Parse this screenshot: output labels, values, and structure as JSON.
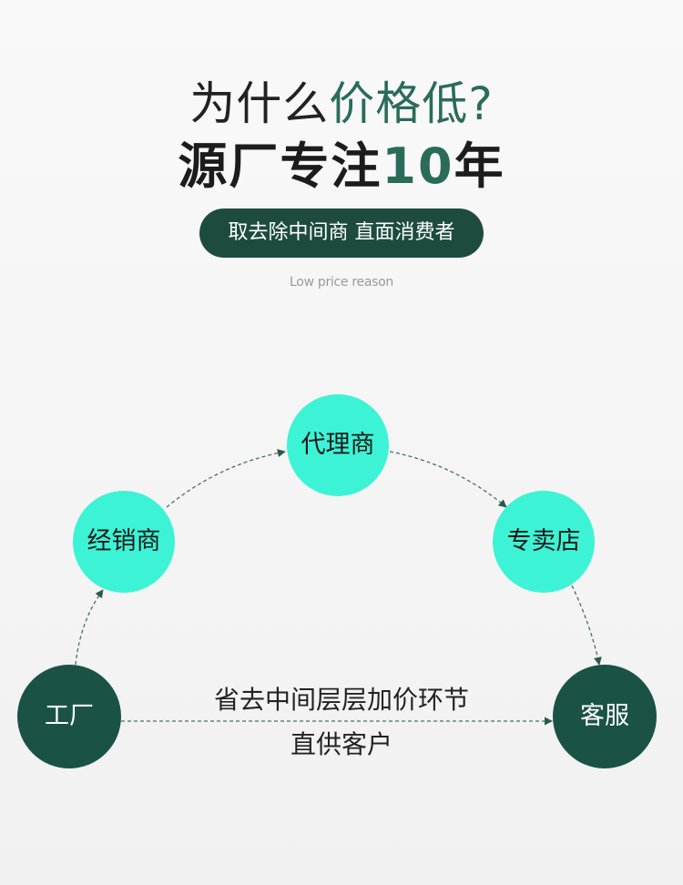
{
  "header": {
    "title_prefix": "为什么",
    "title_accent": "价格低?",
    "headline_prefix": "源厂专注",
    "headline_accent": "10",
    "headline_suffix": "年",
    "pill_text": "取去除中间商 直面消费者",
    "subtitle_en": "Low price reason"
  },
  "diagram": {
    "nodes": {
      "factory": "工厂",
      "distributor": "经销商",
      "agent": "代理商",
      "store": "专卖店",
      "customer": "客服"
    },
    "caption_line1": "省去中间层层加价环节",
    "caption_line2": "直供客户",
    "colors": {
      "light_node": "#3df3d5",
      "dark_node": "#1b5246",
      "arrow": "#2a5a4e"
    }
  }
}
